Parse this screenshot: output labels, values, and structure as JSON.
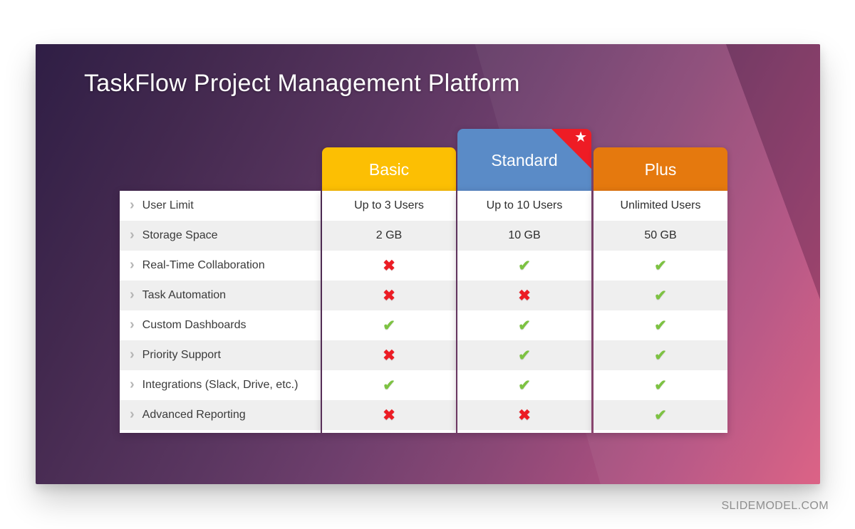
{
  "page": {
    "watermark": "SLIDEMODEL.COM"
  },
  "slide": {
    "title": "TaskFlow Project Management Platform"
  },
  "plans": [
    {
      "name": "Basic",
      "color": "#fcbf03",
      "featured": false
    },
    {
      "name": "Standard",
      "color": "#5a8bc7",
      "featured": true
    },
    {
      "name": "Plus",
      "color": "#e5790e",
      "featured": false
    }
  ],
  "badge": {
    "glyph": "★",
    "ribbon_color": "#ee1c25"
  },
  "features": [
    {
      "label": "User Limit",
      "values": [
        "Up to 3 Users",
        "Up to 10 Users",
        "Unlimited Users"
      ]
    },
    {
      "label": "Storage Space",
      "values": [
        "2 GB",
        "10 GB",
        "50 GB"
      ]
    },
    {
      "label": "Real-Time Collaboration",
      "values": [
        "no",
        "yes",
        "yes"
      ]
    },
    {
      "label": "Task Automation",
      "values": [
        "no",
        "no",
        "yes"
      ]
    },
    {
      "label": "Custom Dashboards",
      "values": [
        "yes",
        "yes",
        "yes"
      ]
    },
    {
      "label": "Priority Support",
      "values": [
        "no",
        "yes",
        "yes"
      ]
    },
    {
      "label": "Integrations (Slack, Drive, etc.)",
      "values": [
        "yes",
        "yes",
        "yes"
      ]
    },
    {
      "label": "Advanced Reporting",
      "values": [
        "no",
        "no",
        "yes"
      ]
    }
  ],
  "icons": {
    "check": "✔",
    "cross": "✖",
    "chevron": "›"
  },
  "colors": {
    "check_green": "#7dc242",
    "cross_red": "#ec1c24",
    "row_alt": "#efefef",
    "slide_gradient_start": "#2f1e45",
    "slide_gradient_end": "#da5b80"
  }
}
